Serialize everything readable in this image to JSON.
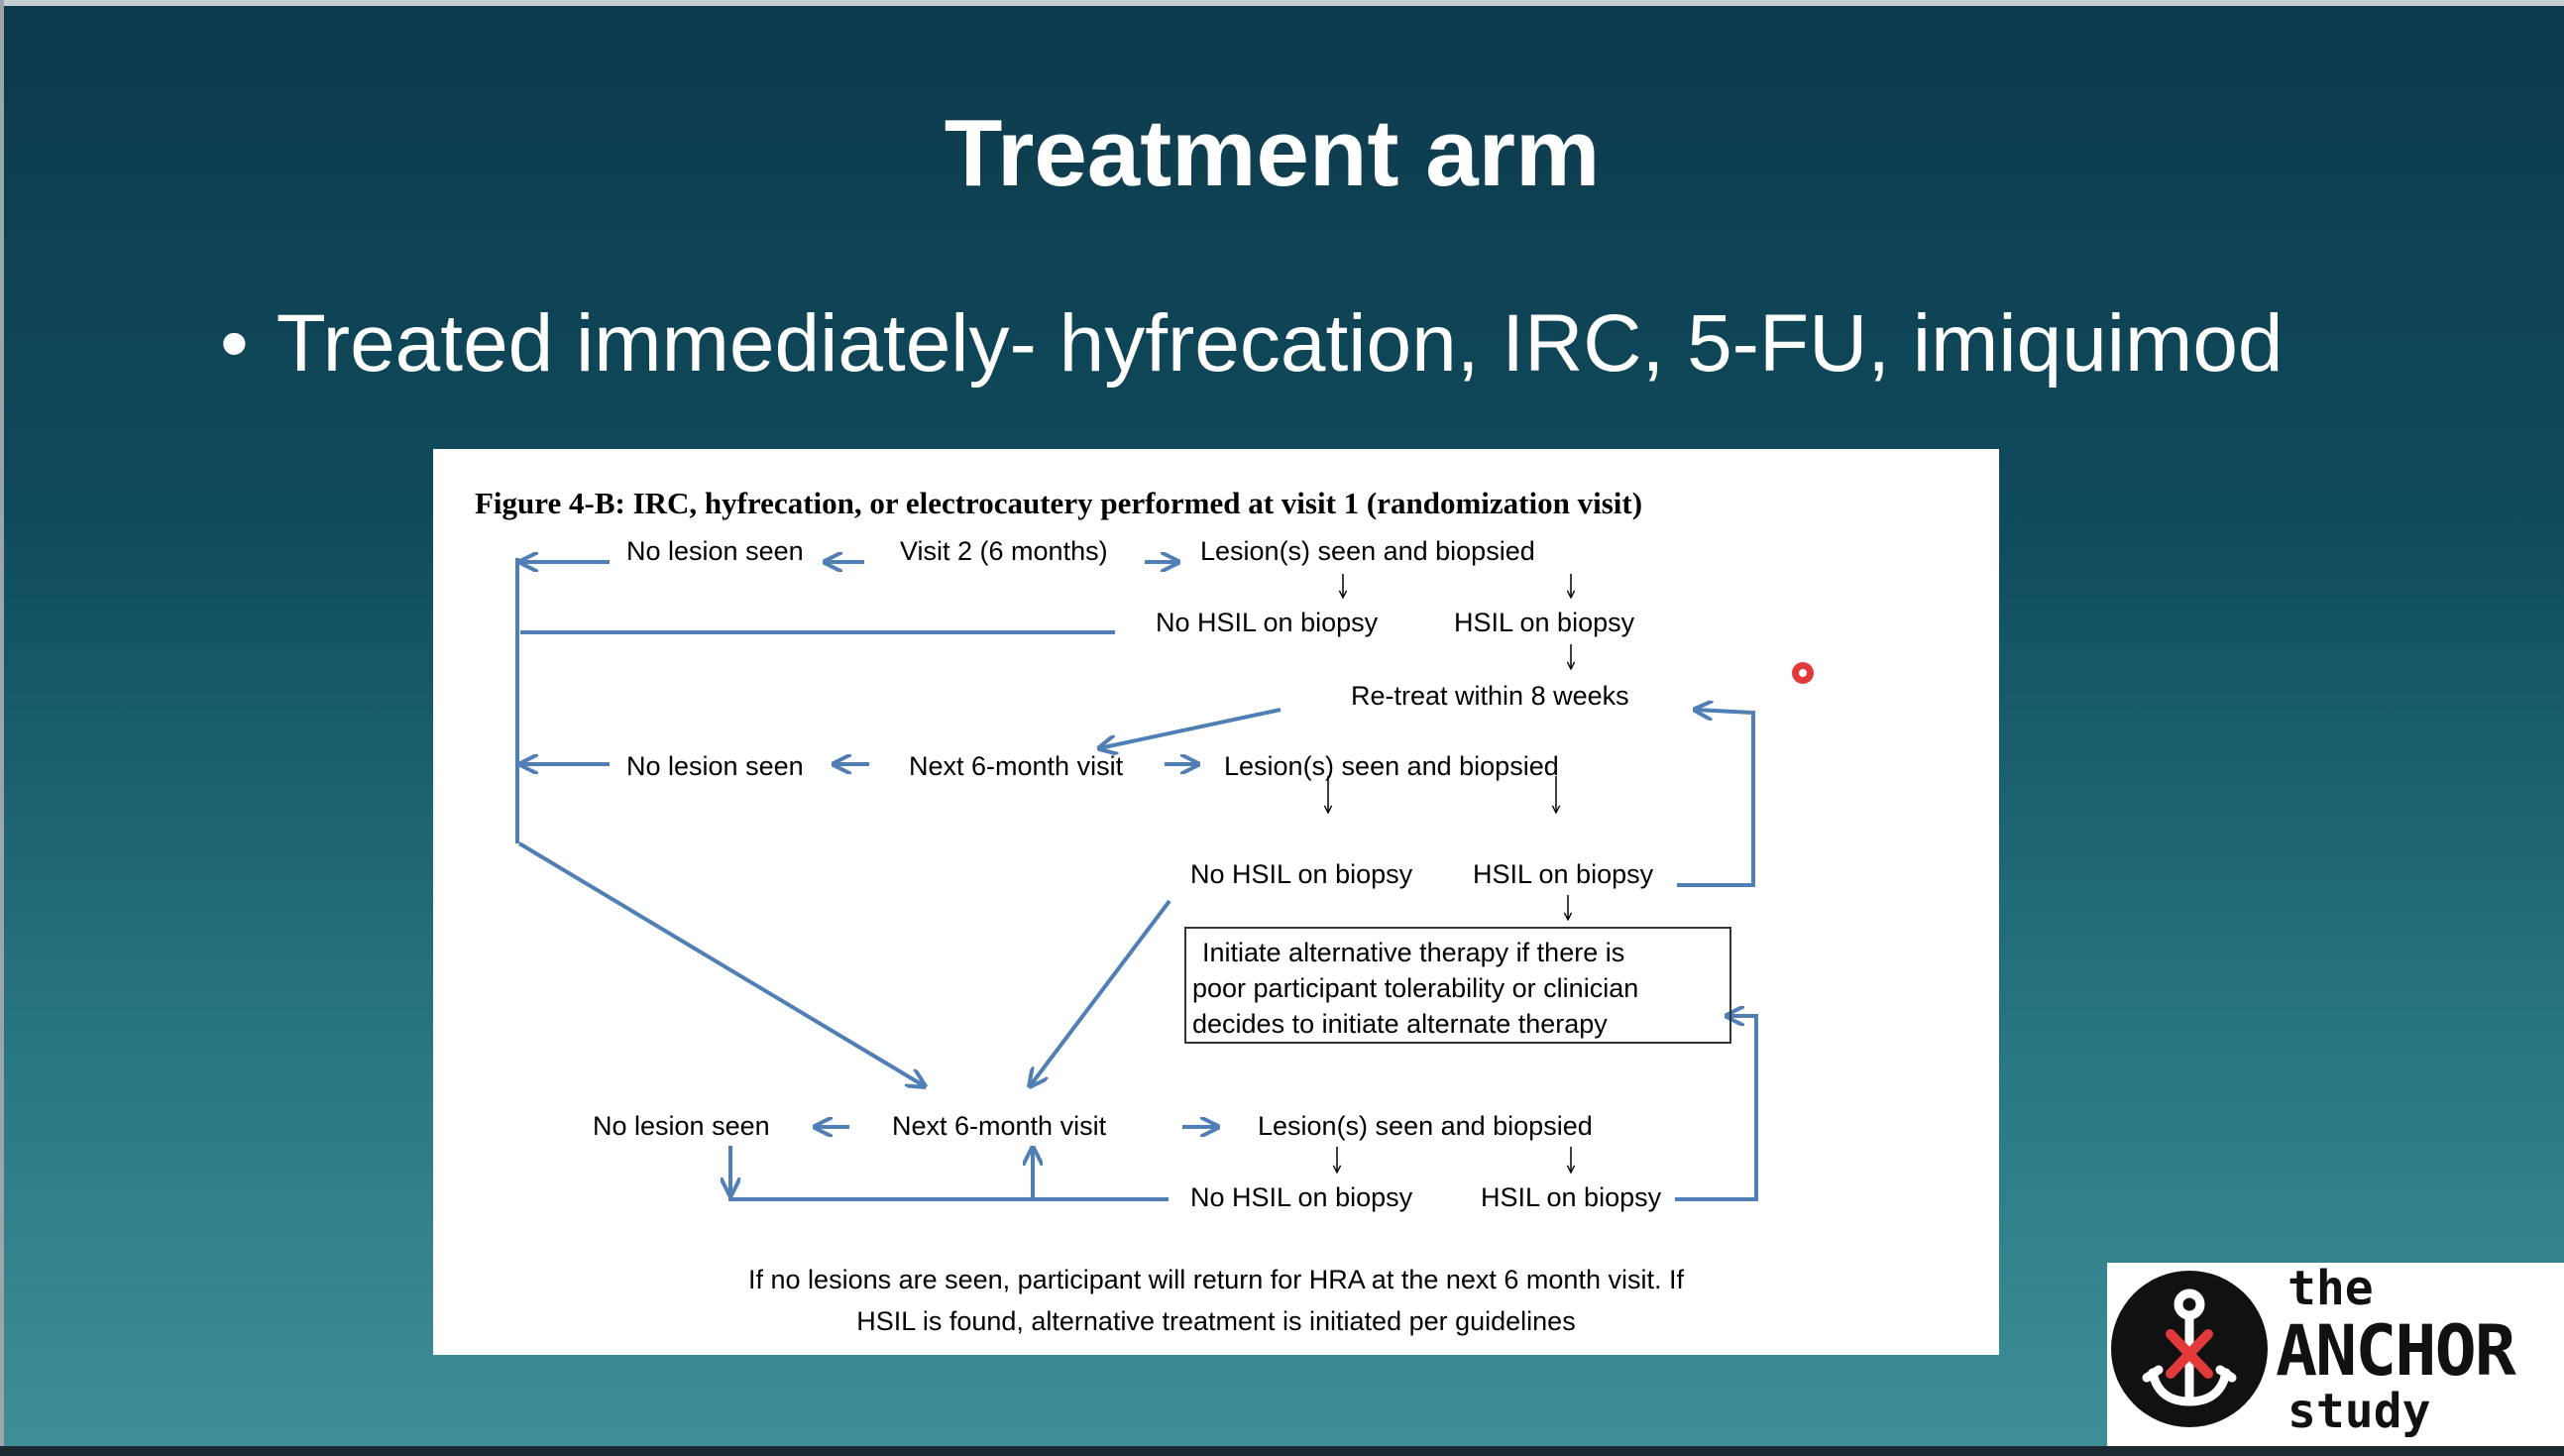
{
  "slide": {
    "title": "Treatment arm",
    "bullet": "Treated immediately- hyfrecation, IRC, 5-FU, imiquimod"
  },
  "figure": {
    "title": "Figure 4-B: IRC, hyfrecation, or electrocautery performed at visit 1 (randomization visit)",
    "row1": {
      "no_lesion": "No lesion seen",
      "visit": "Visit 2 (6 months)",
      "lesion": "Lesion(s) seen and biopsied"
    },
    "row2": {
      "no_hsil": "No HSIL on biopsy",
      "hsil": "HSIL on biopsy"
    },
    "retreat": "Re-treat within 8 weeks",
    "row3": {
      "no_lesion": "No lesion seen",
      "visit": "Next 6-month visit",
      "lesion": "Lesion(s) seen and biopsied"
    },
    "row4": {
      "no_hsil": "No HSIL on biopsy",
      "hsil": "HSIL on biopsy"
    },
    "alt_box": [
      "Initiate alternative therapy if there is",
      "poor participant tolerability or clinician",
      "decides to initiate alternate therapy"
    ],
    "row5": {
      "no_lesion": "No lesion seen",
      "visit": "Next 6-month visit",
      "lesion": "Lesion(s) seen and biopsied"
    },
    "row6": {
      "no_hsil": "No HSIL on biopsy",
      "hsil": "HSIL on biopsy"
    },
    "note": [
      "If no lesions are seen, participant will return for HRA at the next 6 month visit.  If",
      "HSIL is  found, alternative treatment is initiated per guidelines"
    ],
    "arrow_color": "#4f7fb5"
  },
  "logo": {
    "line1": "the",
    "line2": "ANCHOR",
    "line3": "study",
    "accent_color": "#e23a3a"
  }
}
